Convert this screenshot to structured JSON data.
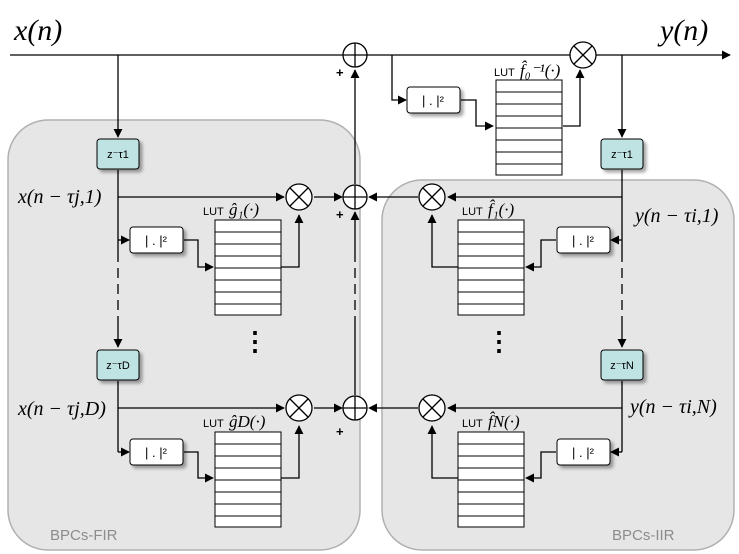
{
  "signals": {
    "input": "x(n)",
    "output": "y(n)"
  },
  "blocks": {
    "fir_label": "BPCs-FIR",
    "iir_label": "BPCs-IIR",
    "abs_sq": "| . |²",
    "lut_prefix": "LUT"
  },
  "delays": {
    "fir_first": "z⁻τ1",
    "fir_last": "z⁻τD",
    "iir_first": "z⁻τ1",
    "iir_last": "z⁻τN"
  },
  "taps": {
    "fir_first": "x(n − τj,1)",
    "fir_last": "x(n − τj,D)",
    "iir_first": "y(n − τi,1)",
    "iir_last": "y(n − τi,N)"
  },
  "luts": {
    "inverse": "f̂₀⁻¹(·)",
    "g1": "ĝ₁(·)",
    "gD": "ĝD(·)",
    "f1": "f̂₁(·)",
    "fN": "f̂N(·)"
  },
  "ellipsis": "⋮",
  "plus": "+"
}
